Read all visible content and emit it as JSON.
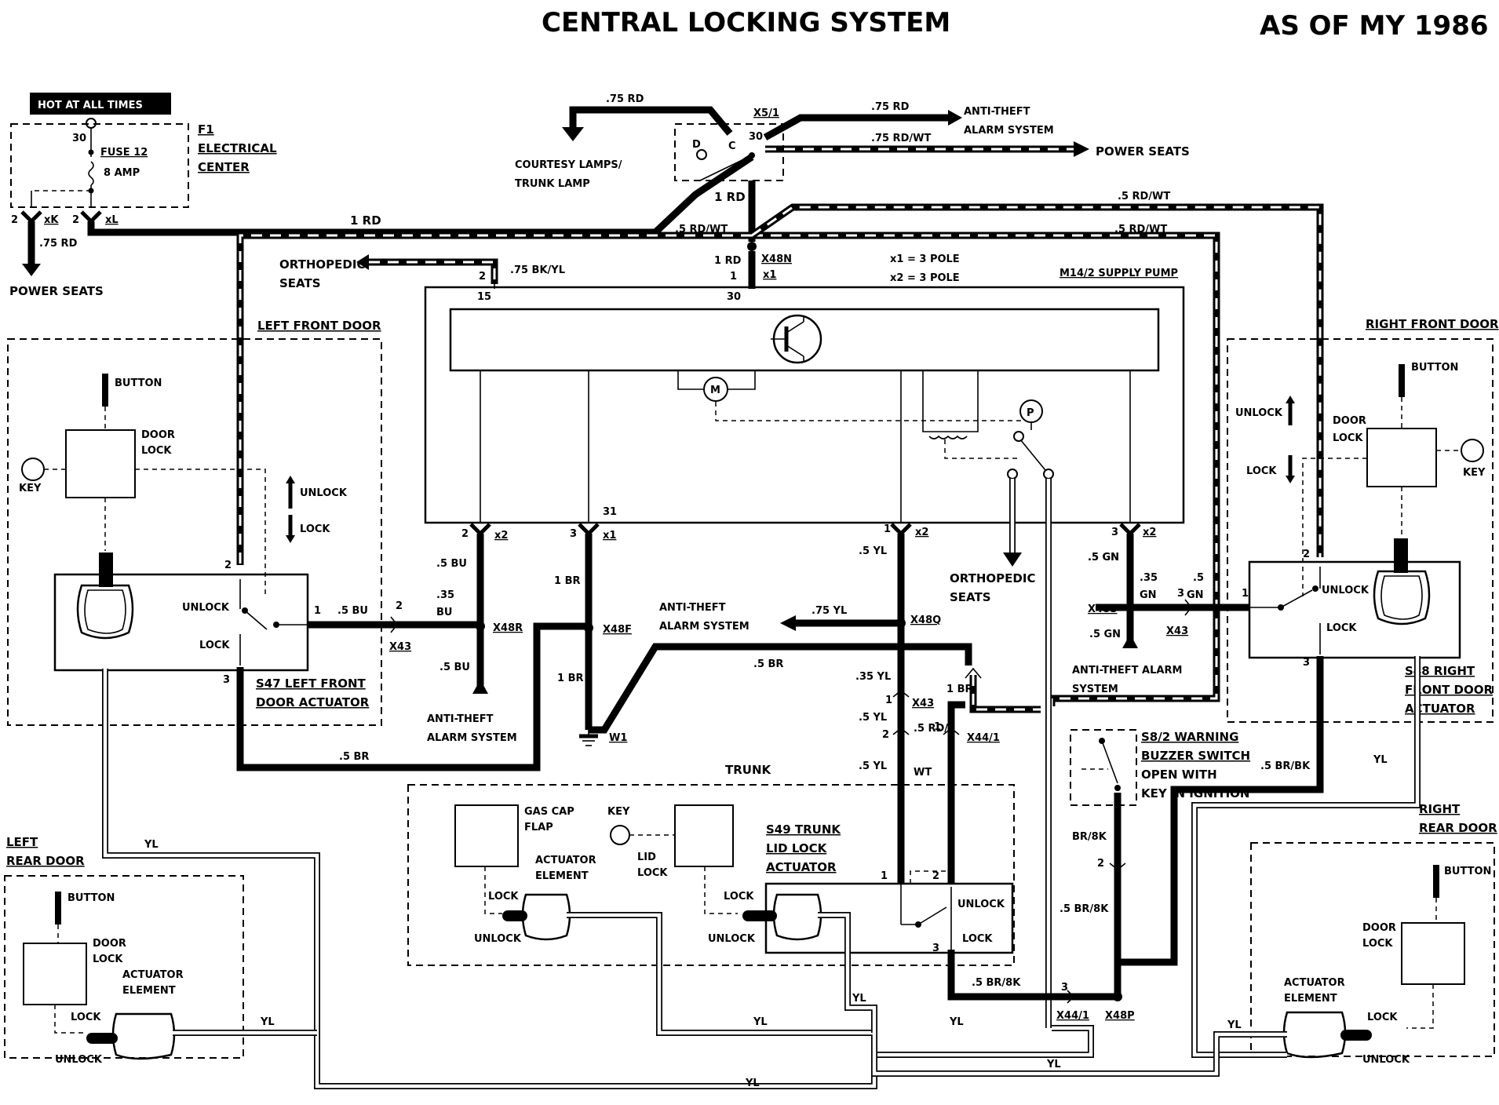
{
  "header": {
    "title": "CENTRAL LOCKING SYSTEM",
    "model_year": "AS OF MY 1986"
  },
  "fuse_box": {
    "hot_label": "HOT AT ALL TIMES",
    "pin_30": "30",
    "fuse_name": "FUSE 12",
    "fuse_rating": "8 AMP",
    "f1_label": "F1",
    "f1_line2": "ELECTRICAL",
    "f1_line3": "CENTER",
    "xk": "xK",
    "xl": "xL",
    "pin2a": "2",
    "pin2b": "2",
    "wire_75rd": ".75 RD",
    "power_seats": "POWER SEATS",
    "wire_1rd": "1 RD"
  },
  "relay": {
    "x51": "X5/1",
    "d": "D",
    "c": "C",
    "p30": "30",
    "wire_75rd_left": ".75 RD",
    "wire_75rd_right": ".75 RD",
    "wire_75rdwt": ".75 RD/WT",
    "courtesy_l1": "COURTESY LAMPS/",
    "courtesy_l2": "TRUNK LAMP",
    "antitheft_l1": "ANTI-THEFT",
    "antitheft_l2": "ALARM SYSTEM",
    "power_seats": "POWER SEATS",
    "wire_1rd": "1 RD"
  },
  "top_wires": {
    "rdwt_a": ".5 RD/WT",
    "rdwt_b": ".5 RD/WT",
    "rdwt_c": ".5 RD/WT"
  },
  "pump": {
    "ortho_l1": "ORTHOPEDIC",
    "ortho_l2": "SEATS",
    "wire_bkyl": ".75 BK/YL",
    "p2": "2",
    "p1": "1",
    "p15": "15",
    "p30": "30",
    "wire_1rd": "1 RD",
    "x48n": "X48N",
    "x1": "x1",
    "x1_note": "x1 = 3 POLE",
    "x2_note": "x2 = 3 POLE",
    "name": "M14/2 SUPPLY PUMP",
    "motor": "M",
    "pressure": "P"
  },
  "pump_bottom": {
    "p2": "2",
    "x2a": "x2",
    "p3": "3",
    "x1": "x1",
    "p31": "31",
    "p1": "1",
    "x2b": "x2",
    "p3b": "3",
    "x2c": "x2",
    "wire_5bu": ".5 BU",
    "wire_1br": "1 BR",
    "wire_5yl": ".5 YL",
    "wire_5gn": ".5 GN"
  },
  "left_front_door": {
    "title": "LEFT FRONT DOOR",
    "button": "BUTTON",
    "door": "DOOR",
    "lock": "LOCK",
    "key": "KEY",
    "unlock_arrow": "UNLOCK",
    "lock_arrow": "LOCK",
    "unlock": "UNLOCK",
    "lock2": "LOCK",
    "p2": "2",
    "p1": "1",
    "p3": "3",
    "s47_l1": "S47 LEFT FRONT",
    "s47_l2": "DOOR ACTUATOR",
    "wire_5bu": ".5 BU",
    "wire_5br": ".5 BR"
  },
  "center_left": {
    "p2": "2",
    "x43": "X43",
    "wire_35": ".35",
    "bu": "BU",
    "x48r": "X48R",
    "wire_5bu": ".5 BU",
    "anti_l1": "ANTI-THEFT",
    "anti_l2": "ALARM SYSTEM",
    "x48f": "X48F",
    "wire_1br": "1 BR",
    "w1": "W1",
    "wire_5br": ".5 BR"
  },
  "center_right": {
    "anti_l1": "ANTI-THEFT",
    "anti_l2": "ALARM SYSTEM",
    "wire_75yl": ".75 YL",
    "x48q": "X48Q",
    "wire_35yl": ".35 YL",
    "p1": "1",
    "x43": "X43",
    "wire_5yl_a": ".5 YL",
    "p2": "2",
    "wire_5yl_b": ".5 YL",
    "wire_1br": "1 BR",
    "p1b": "1",
    "wire_5rd": ".5 RD/",
    "wt": "WT",
    "x441": "X44/1",
    "ortho_l1": "ORTHOPEDIC",
    "ortho_l2": "SEATS"
  },
  "green_side": {
    "wire_5gn": ".5 GN",
    "x48s": "X48S",
    "wire_5gn_b": ".5 GN",
    "wire_35": ".35",
    "gn": "GN",
    "p3": "3",
    "wire_5": ".5",
    "gn2": "GN",
    "x43": "X43",
    "anti_l1": "ANTI-THEFT ALARM",
    "anti_l2": "SYSTEM"
  },
  "right_front_door": {
    "title": "RIGHT FRONT DOOR",
    "button": "BUTTON",
    "door": "DOOR",
    "lock": "LOCK",
    "key": "KEY",
    "unlock_arrow": "UNLOCK",
    "lock_arrow": "LOCK",
    "unlock": "UNLOCK",
    "lock2": "LOCK",
    "p1": "1",
    "p2": "2",
    "p3": "3",
    "s48_l1": "S48 RIGHT",
    "s48_l2": "FRONT DOOR",
    "s48_l3": "ACTUATOR"
  },
  "buzzer": {
    "l1": "S8/2 WARNING",
    "l2": "BUZZER SWITCH",
    "l3": "OPEN WITH",
    "l4": "KEY IN IGNITION",
    "wire_br8k": "BR/8K",
    "p2": "2",
    "wire_5br8k": ".5 BR/8K",
    "wire_5br8k_b": ".5 BR/8K",
    "p3": "3",
    "x441": "X44/1",
    "x48p": "X48P",
    "wire_5brbk": ".5 BR/BK",
    "yl": "YL"
  },
  "trunk": {
    "title": "TRUNK",
    "gas_l1": "GAS CAP",
    "gas_l2": "FLAP",
    "key": "KEY",
    "lid": "LID",
    "lock": "LOCK",
    "act_l1": "ACTUATOR",
    "act_l2": "ELEMENT",
    "lock_a": "LOCK",
    "unlock_a": "UNLOCK",
    "lock_b": "LOCK",
    "unlock_b": "UNLOCK",
    "s49_l1": "S49 TRUNK",
    "s49_l2": "LID LOCK",
    "s49_l3": "ACTUATOR",
    "p1": "1",
    "p2": "2",
    "p3": "3",
    "unlock": "UNLOCK",
    "lock2": "LOCK"
  },
  "left_rear_door": {
    "l1": "LEFT",
    "l2": "REAR DOOR",
    "button": "BUTTON",
    "door": "DOOR",
    "lock": "LOCK",
    "act_l1": "ACTUATOR",
    "act_l2": "ELEMENT",
    "lock_a": "LOCK",
    "unlock_a": "UNLOCK",
    "yl": "YL",
    "yl2": "YL"
  },
  "right_rear_door": {
    "l1": "RIGHT",
    "l2": "REAR DOOR",
    "button": "BUTTON",
    "door": "DOOR",
    "lock": "LOCK",
    "act_l1": "ACTUATOR",
    "act_l2": "ELEMENT",
    "lock_a": "LOCK",
    "unlock_a": "UNLOCK",
    "yl": "YL"
  },
  "bottom_wires": {
    "yl_a": "YL",
    "yl_b": "YL",
    "yl_c": "YL",
    "yl_d": "YL",
    "yl_e": "YL"
  }
}
